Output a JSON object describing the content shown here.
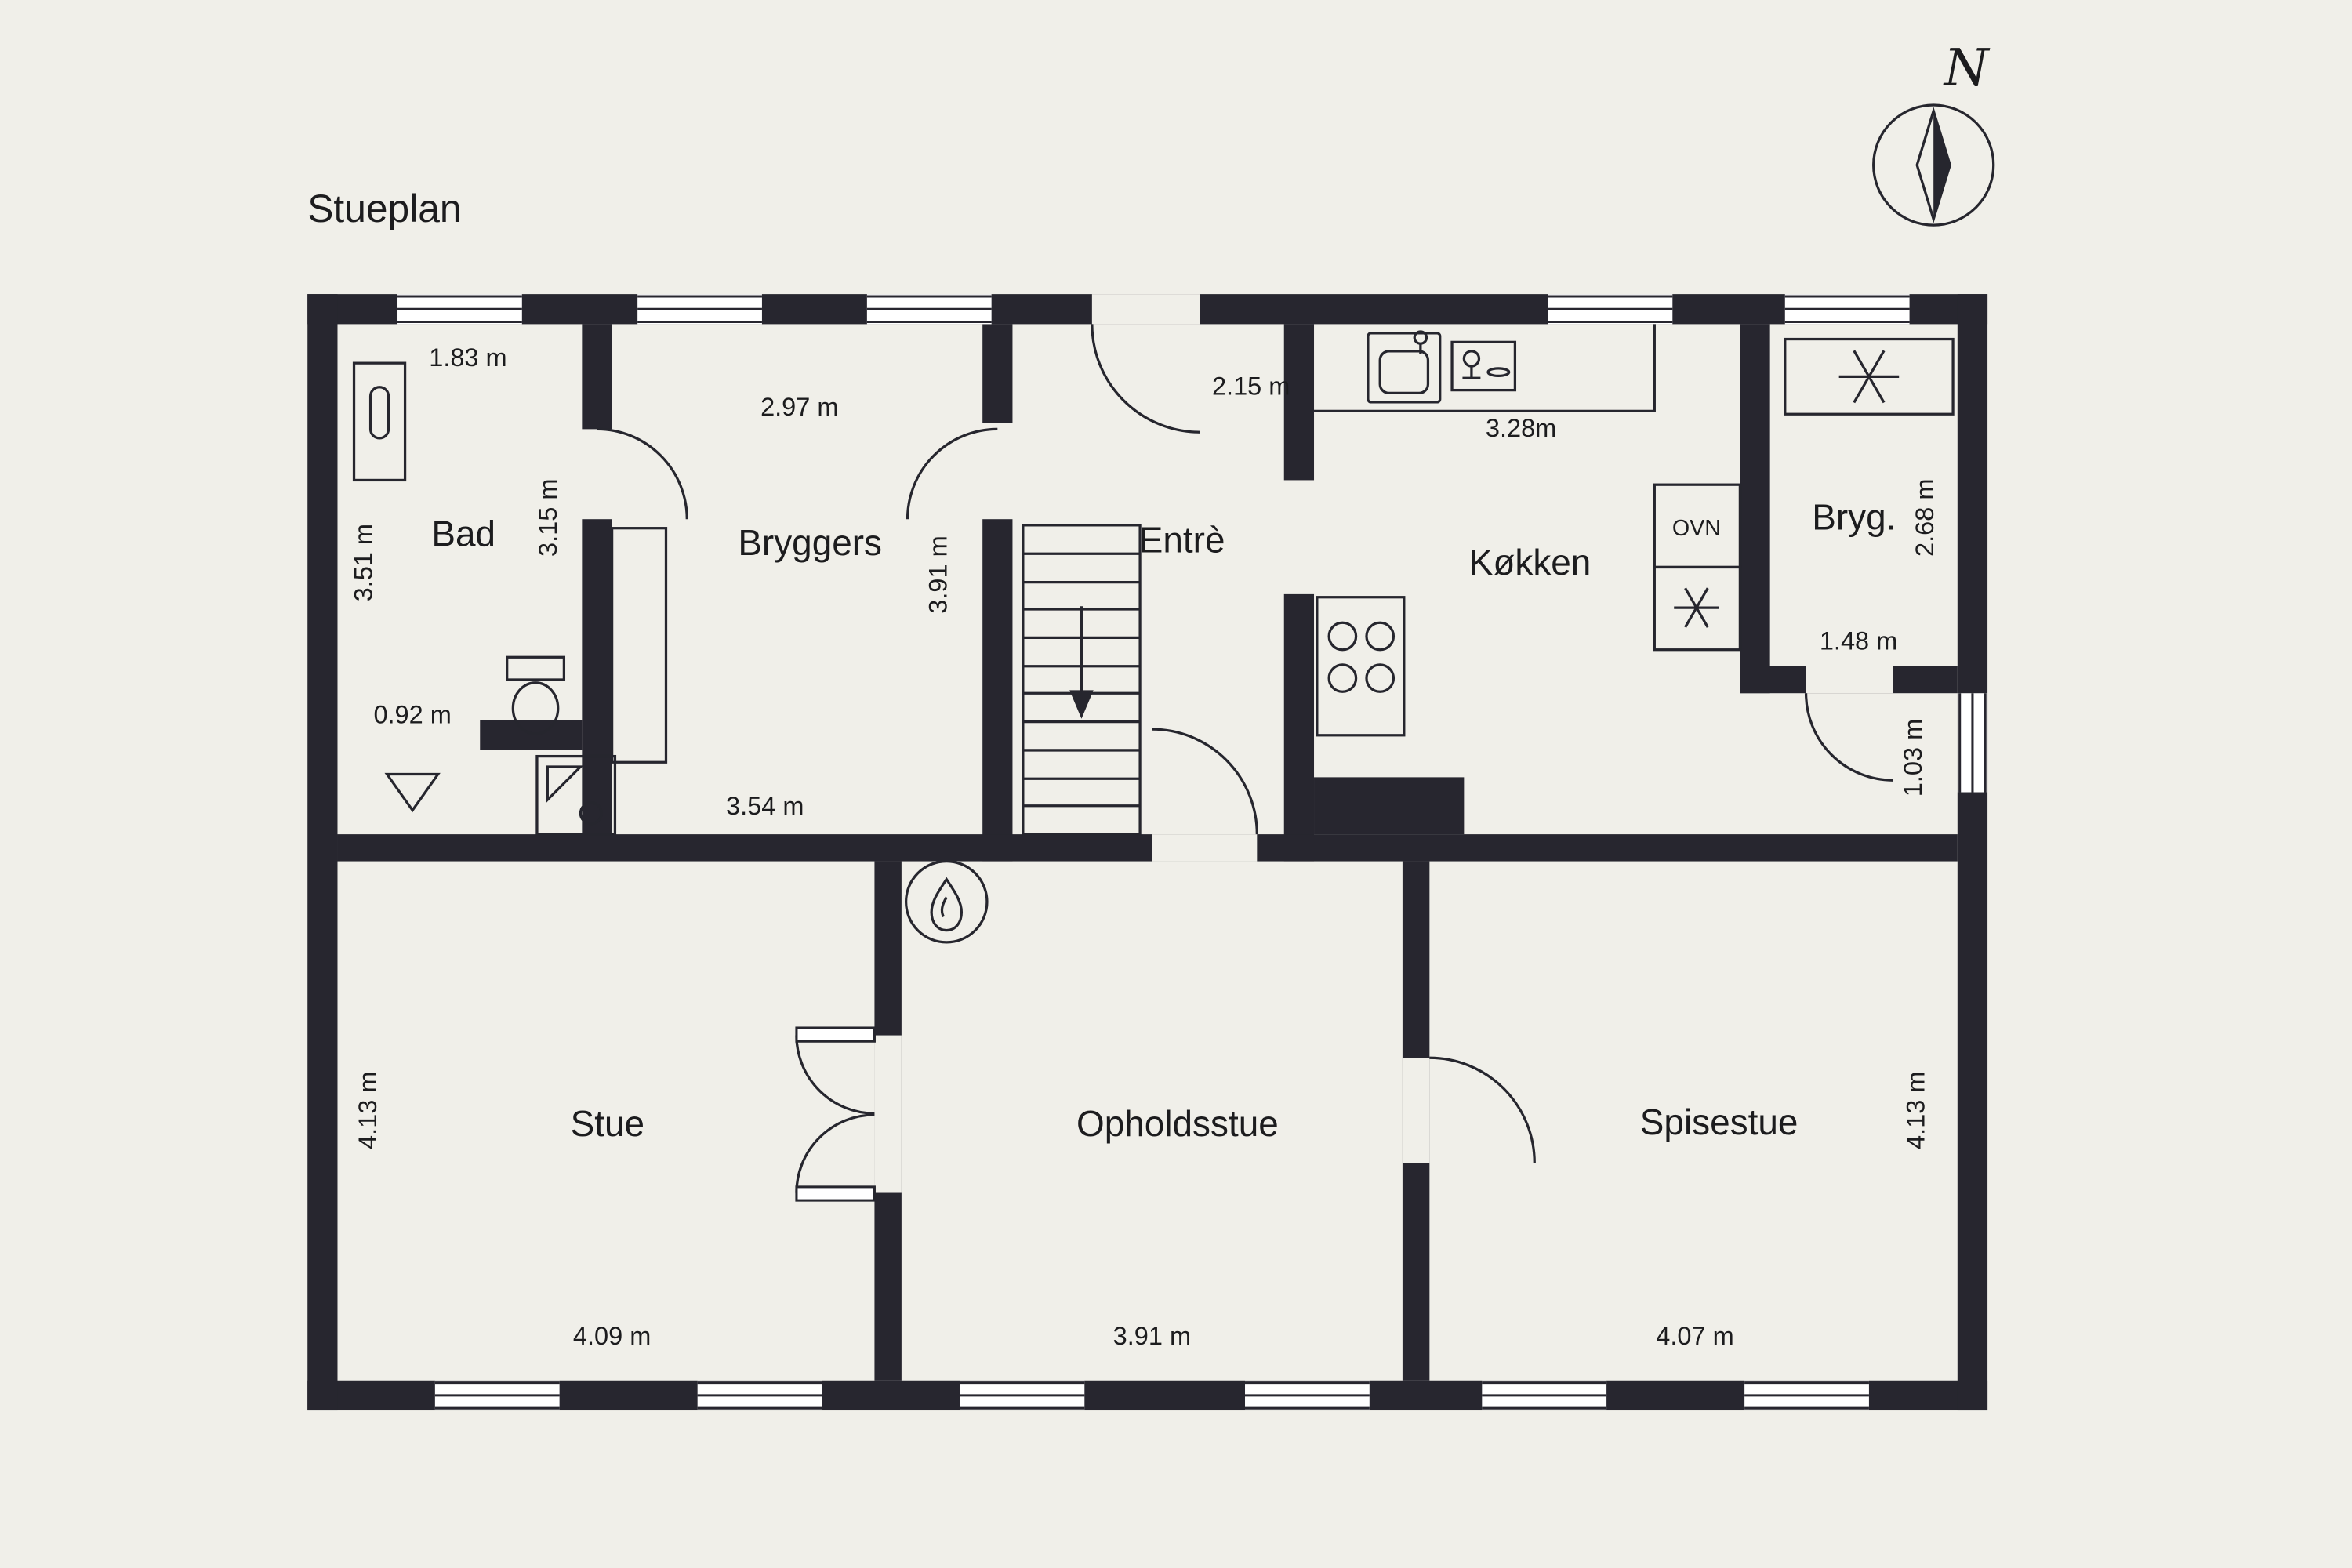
{
  "title": "Stueplan",
  "compass": {
    "north_label": "N"
  },
  "rooms": {
    "bad": "Bad",
    "bryggers": "Bryggers",
    "entre": "Entrè",
    "kokken": "Køkken",
    "bryg": "Bryg.",
    "stue": "Stue",
    "opholdsstue": "Opholdsstue",
    "spisestue": "Spisestue"
  },
  "appliances": {
    "oven": "OVN"
  },
  "dimensions": {
    "bad_width": "1.83 m",
    "bad_depth": "3.51 m",
    "bad_inner_depth": "3.15 m",
    "bad_shower_width": "0.92 m",
    "bryggers_width": "2.97 m",
    "bryggers_bottom_width": "3.54 m",
    "entre_width": "2.15 m",
    "entre_depth": "3.91 m",
    "kokken_width": "3.28m",
    "bryg_depth": "2.68 m",
    "bryg_bottom_width": "1.48 m",
    "bryg_door": "1.03 m",
    "stue_depth": "4.13 m",
    "stue_width": "4.09 m",
    "opholdsstue_width": "3.91 m",
    "spisestue_width": "4.07 m",
    "spisestue_depth": "4.13 m"
  },
  "colors": {
    "background": "#f0efe9",
    "wall": "#27262f",
    "line": "#26262e",
    "text": "#1c1c1e",
    "window": "#ffffff"
  }
}
